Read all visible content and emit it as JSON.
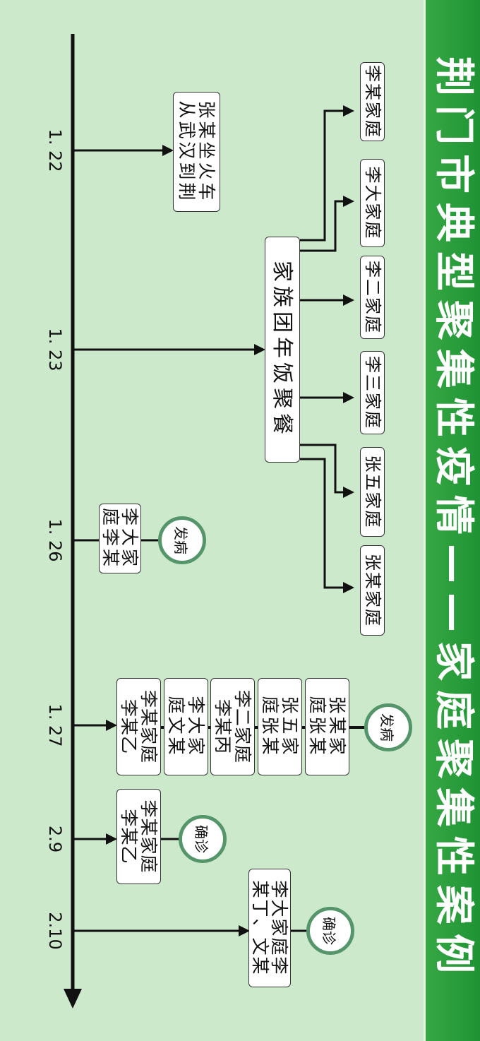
{
  "title": "荆门市典型聚集性疫情——家庭聚集性案例",
  "dates": [
    "1. 22",
    "1. 23",
    "1. 26",
    "1. 27",
    "2.9",
    "2.10"
  ],
  "events": {
    "e122": [
      "张某坐火车",
      "从武汉到荆"
    ],
    "e123": "家族团年饭聚餐",
    "families": [
      "李某家庭",
      "李大家庭",
      "李二家庭",
      "李三家庭",
      "张五家庭",
      "张某家庭"
    ],
    "e126": {
      "lines": [
        "李大家",
        "庭李某"
      ],
      "status": "发病"
    },
    "e127": {
      "boxes": [
        [
          "张某家",
          "庭张某"
        ],
        [
          "张五家",
          "庭张某"
        ],
        [
          "李二家庭",
          "李某丙"
        ],
        [
          "李大家",
          "庭文某"
        ],
        [
          "李某家庭",
          "李某乙"
        ]
      ],
      "status": "发病"
    },
    "e29": {
      "lines": [
        "李某家庭",
        "李某乙"
      ],
      "status": "确诊"
    },
    "e210": {
      "lines": [
        "李大家庭李",
        "某丁、文某"
      ],
      "status": "确诊"
    }
  },
  "colors": {
    "background": "#cde9cc",
    "title_bar": "#2a9e3c",
    "circle_border": "#55956a"
  }
}
